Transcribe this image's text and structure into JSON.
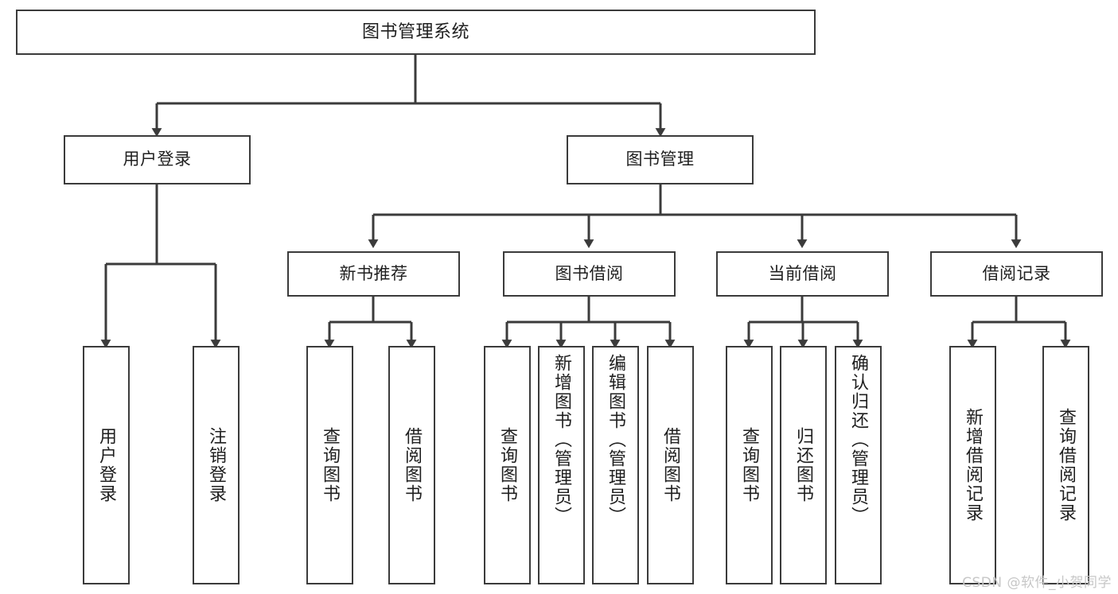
{
  "diagram": {
    "title": "图书管理系统",
    "watermark": "CSDN @软件_小贺同学",
    "colors": {
      "stroke": "#3b3b3b",
      "fill": "#ffffff",
      "text": "#1f1f1f",
      "watermark": "#c7c7c7"
    },
    "root": {
      "label": "图书管理系统"
    },
    "level2": [
      {
        "label": "用户登录"
      },
      {
        "label": "图书管理"
      }
    ],
    "level3": [
      {
        "label": "新书推荐"
      },
      {
        "label": "图书借阅"
      },
      {
        "label": "当前借阅"
      },
      {
        "label": "借阅记录"
      }
    ],
    "leaves": {
      "user_login": [
        {
          "label": "用户登录"
        },
        {
          "label": "注销登录"
        }
      ],
      "new_book_recommend": [
        {
          "label": "查询图书"
        },
        {
          "label": "借阅图书"
        }
      ],
      "book_borrow": [
        {
          "label": "查询图书"
        },
        {
          "label": "新增图书（管理员）"
        },
        {
          "label": "编辑图书（管理员）"
        },
        {
          "label": "借阅图书"
        }
      ],
      "current_borrow": [
        {
          "label": "查询图书"
        },
        {
          "label": "归还图书"
        },
        {
          "label": "确认归还（管理员）"
        }
      ],
      "borrow_record": [
        {
          "label": "新增借阅记录"
        },
        {
          "label": "查询借阅记录"
        }
      ]
    }
  }
}
